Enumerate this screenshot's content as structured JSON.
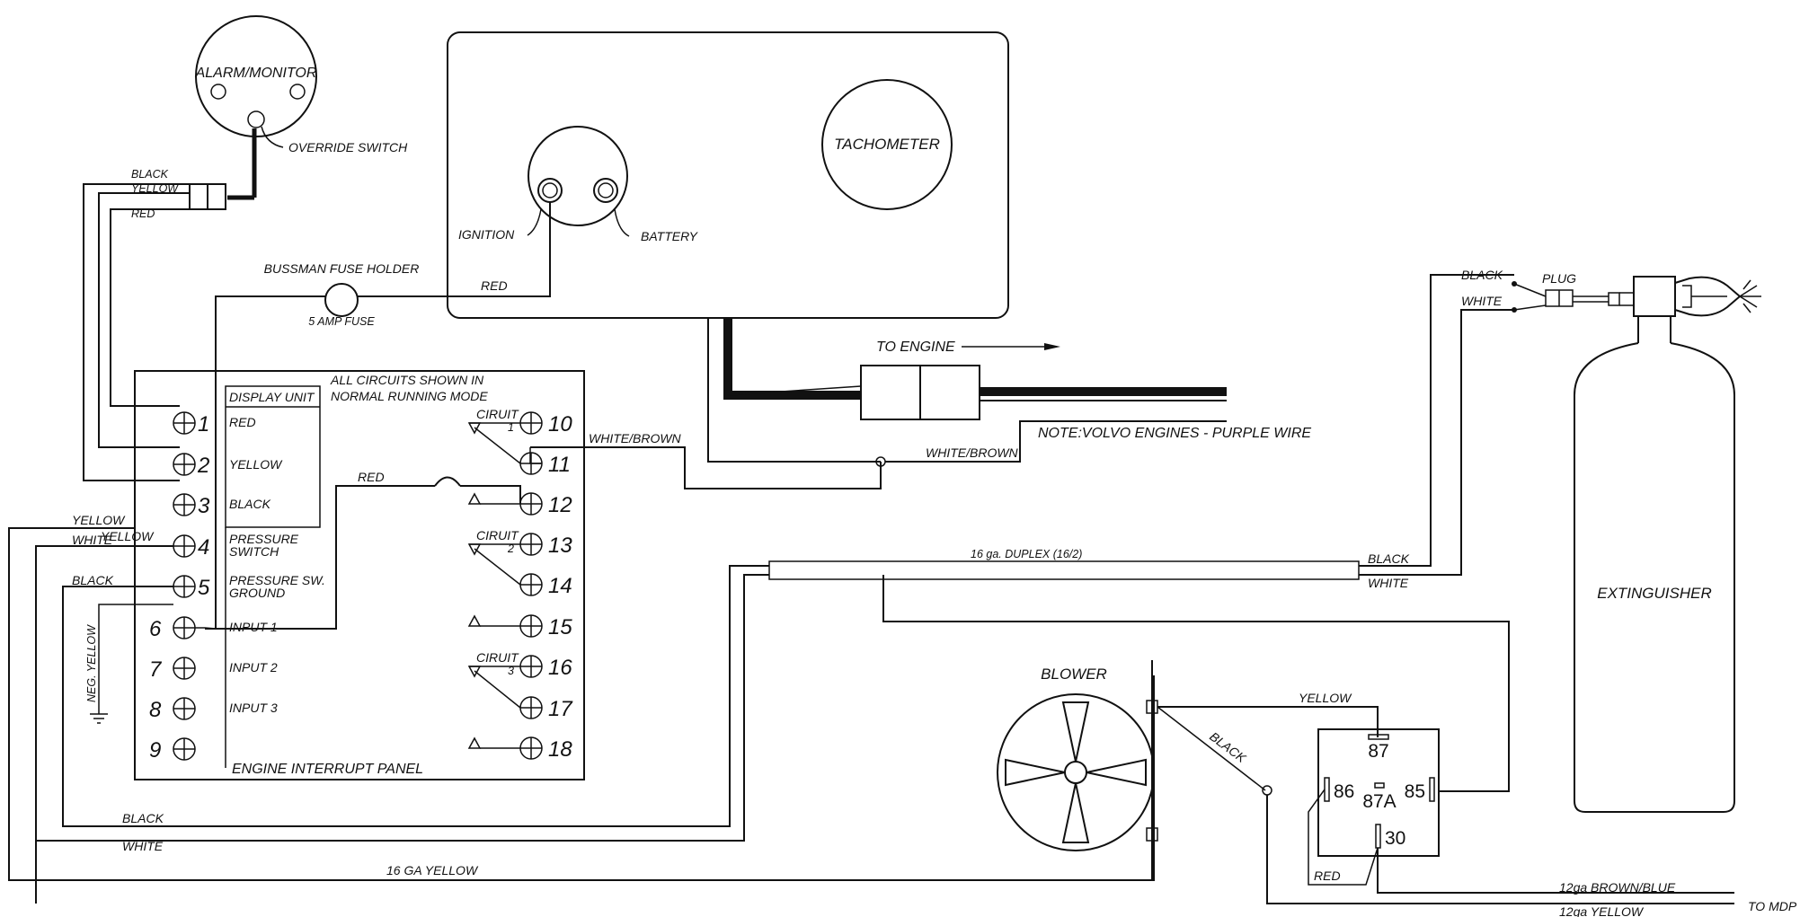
{
  "components": {
    "alarm_monitor": "ALARM/MONITOR",
    "override_switch": "OVERRIDE SWITCH",
    "tachometer": "TACHOMETER",
    "ignition": "IGNITION",
    "battery": "BATTERY",
    "fuse_holder": "BUSSMAN FUSE HOLDER",
    "fuse": "5 AMP FUSE",
    "to_engine": "TO ENGINE",
    "note": "NOTE:VOLVO ENGINES - PURPLE WIRE",
    "extinguisher": "EXTINGUISHER",
    "plug": "PLUG",
    "blower": "BLOWER",
    "duplex": "16 ga. DUPLEX (16/2)",
    "to_mdp": "TO MDP"
  },
  "panel": {
    "title": "ENGINE INTERRUPT PANEL",
    "note_line1": "ALL CIRCUITS SHOWN IN",
    "note_line2": "NORMAL RUNNING MODE",
    "display_unit": "DISPLAY UNIT",
    "left_labels": [
      "RED",
      "YELLOW",
      "BLACK",
      "PRESSURE",
      "SWITCH",
      "PRESSURE SW.",
      "GROUND",
      "INPUT 1",
      "INPUT 2",
      "INPUT 3"
    ],
    "left_terminals": [
      "1",
      "2",
      "3",
      "4",
      "5",
      "6",
      "7",
      "8",
      "9"
    ],
    "right_terminals": [
      "10",
      "11",
      "12",
      "13",
      "14",
      "15",
      "16",
      "17",
      "18"
    ],
    "circuits": [
      {
        "label": "CIRUIT",
        "num": "1"
      },
      {
        "label": "CIRUIT",
        "num": "2"
      },
      {
        "label": "CIRUIT",
        "num": "3"
      }
    ]
  },
  "relay": {
    "pins": [
      "87",
      "86",
      "87A",
      "85",
      "30"
    ]
  },
  "wires": {
    "black": "BLACK",
    "yellow": "YELLOW",
    "red": "RED",
    "white": "WHITE",
    "white_brown": "WHITE/BROWN",
    "neg_yellow": "NEG. YELLOW",
    "ga16_yellow": "16 GA YELLOW",
    "ga12_brown_blue": "12ga BROWN/BLUE",
    "ga12_yellow": "12ga YELLOW"
  }
}
